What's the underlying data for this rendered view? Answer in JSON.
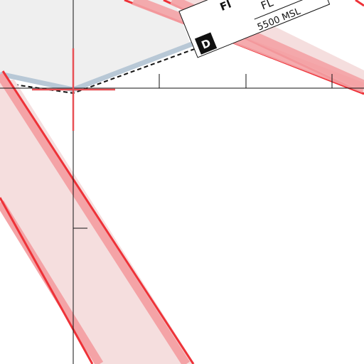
{
  "map": {
    "airspace_label": {
      "class_letter": "D",
      "line_prefix": "FL",
      "line_top": "Fl",
      "altitude": "5500 MSL"
    },
    "colors": {
      "background": "#ffffff",
      "airspace_fill": "#efefef",
      "airspace_edge": "#b8c8d6",
      "boundary_line": "#111111",
      "corridor_fill": "#f5dede",
      "corridor_band": "#f4a3a6",
      "corridor_edge": "#ee3238",
      "crosshair": "#e85055",
      "axis": "#111111"
    }
  }
}
